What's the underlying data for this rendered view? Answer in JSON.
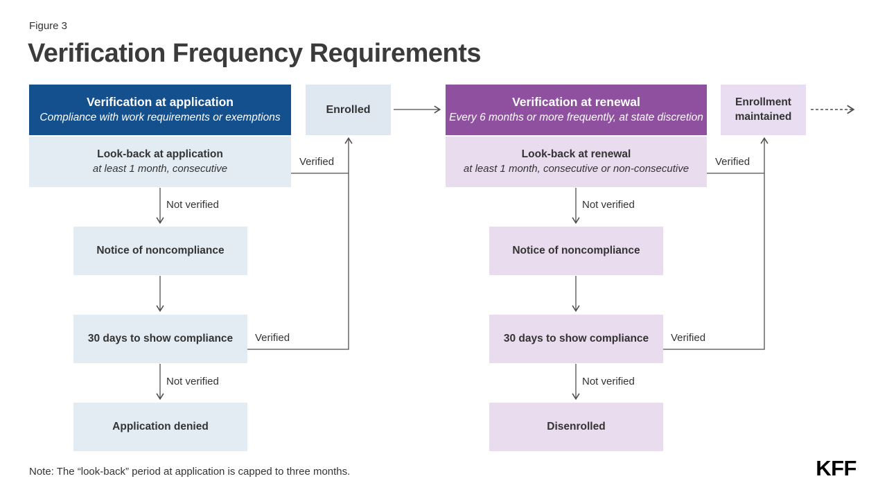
{
  "figure_label": "Figure 3",
  "title": "Verification Frequency Requirements",
  "note": "Note: The “look-back” period at application is capped to three months.",
  "logo_text": "KFF",
  "colors": {
    "application_header_bg": "#14508e",
    "application_light_bg": "#e4ecf3",
    "renewal_header_bg": "#8f519f",
    "renewal_light_bg": "#e8dcee",
    "enrolled_bg": "#dfe8f0",
    "enrollment_maintained_bg": "#e9def1",
    "text_dark": "#333333",
    "text_on_header": "#ffffff",
    "connector": "#4d4d4d"
  },
  "application_flow": {
    "header": {
      "title": "Verification at application",
      "subtitle": "Compliance with work requirements or exemptions"
    },
    "lookback": {
      "title": "Look-back at application",
      "subtitle": "at least 1 month, consecutive"
    },
    "notice": "Notice of noncompliance",
    "compliance_window": "30 days to show compliance",
    "outcome": "Application denied"
  },
  "renewal_flow": {
    "header": {
      "title": "Verification at renewal",
      "subtitle": "Every 6 months or more frequently, at state discretion"
    },
    "lookback": {
      "title": "Look-back at renewal",
      "subtitle": "at least 1 month, consecutive or non-consecutive"
    },
    "notice": "Notice of noncompliance",
    "compliance_window": "30 days to show compliance",
    "outcome": "Disenrolled"
  },
  "status_boxes": {
    "enrolled": "Enrolled",
    "enrollment_maintained": "Enrollment maintained"
  },
  "edge_labels": {
    "verified": "Verified",
    "not_verified": "Not verified"
  }
}
